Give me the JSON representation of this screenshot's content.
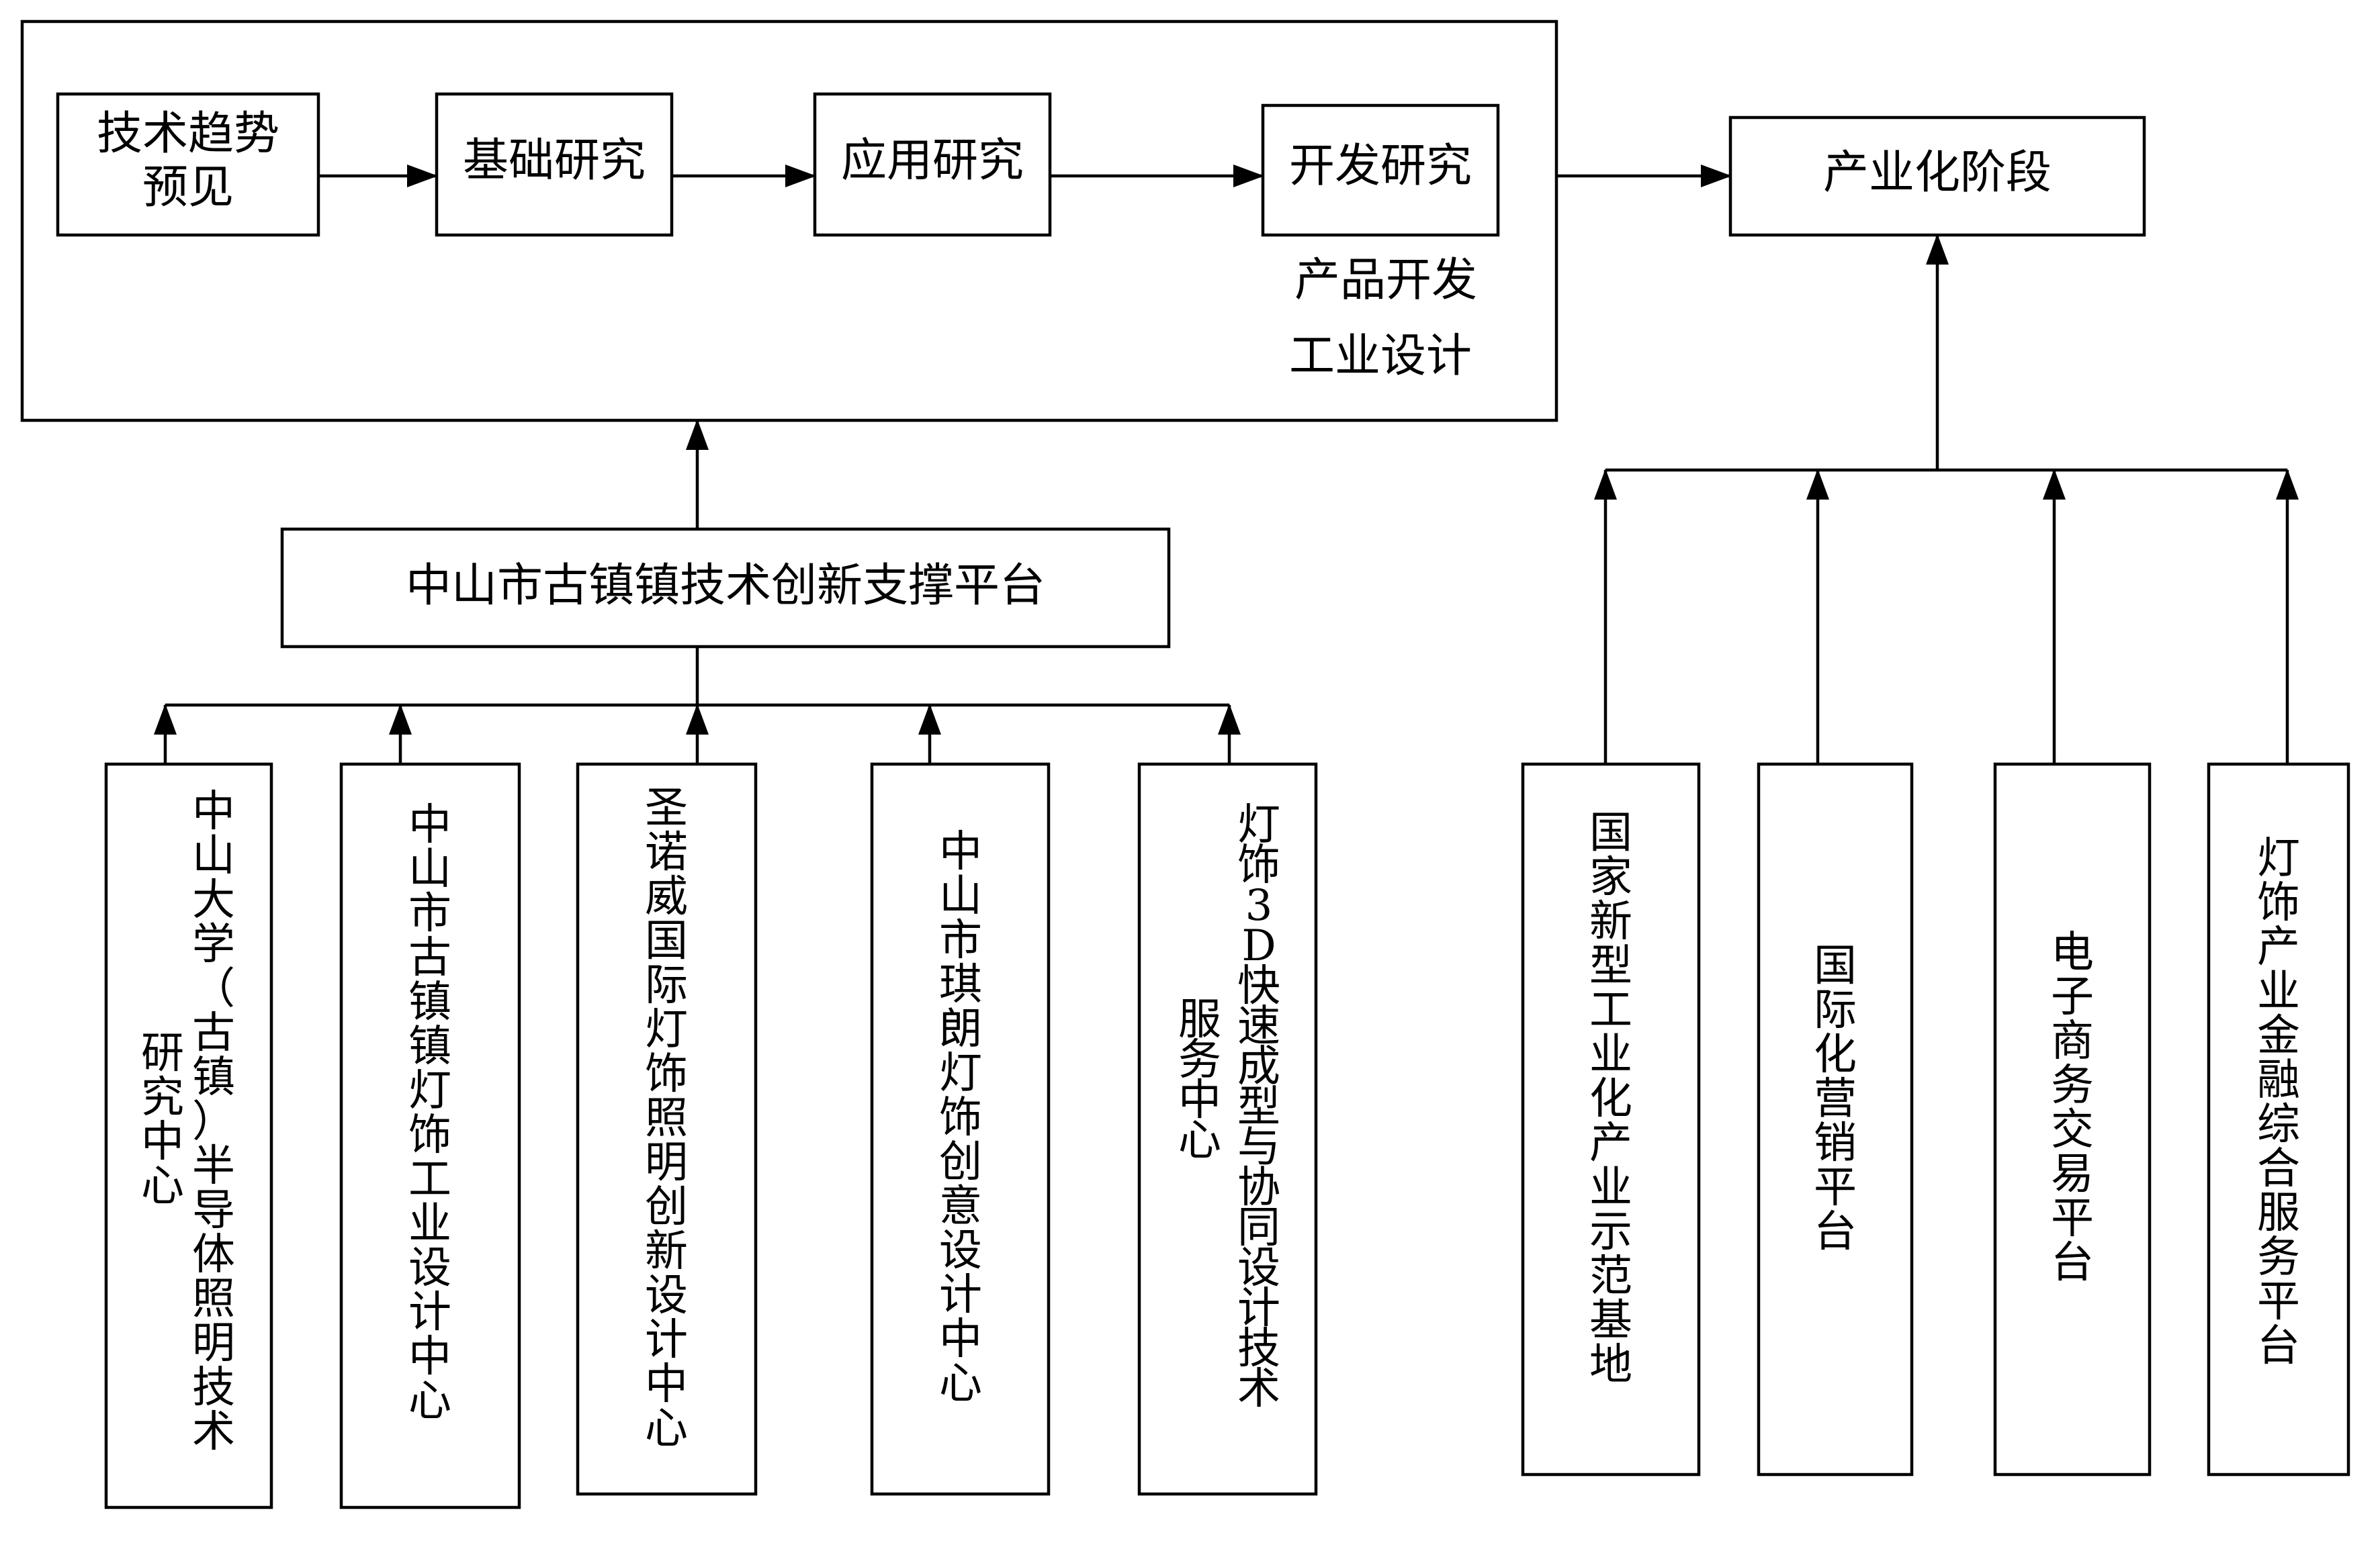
{
  "flow": {
    "trend": [
      "技术趋势",
      "预见"
    ],
    "basic": "基础研究",
    "applied": "应用研究",
    "dev": "开发研究",
    "product_dev": "产品开发",
    "industrial_design": "工业设计",
    "industrialization": "产业化阶段"
  },
  "platform": "中山市古镇镇技术创新支撑平台",
  "left_centers": [
    {
      "lines": [
        "中山大学（古镇）半导体照明技术",
        "研究中心"
      ]
    },
    {
      "lines": [
        "中山市古镇镇灯饰工业设计中心"
      ]
    },
    {
      "lines": [
        "圣诺威国际灯饰照明创新设计中心"
      ]
    },
    {
      "lines": [
        "中山市琪朗灯饰创意设计中心"
      ]
    },
    {
      "lines": [
        "灯饰3D快速成型与协同设计技术",
        "服务中心"
      ]
    }
  ],
  "right_platforms": [
    {
      "lines": [
        "国家新型工业化产业示范基地"
      ]
    },
    {
      "lines": [
        "国际化营销平台"
      ]
    },
    {
      "lines": [
        "电子商务交易平台"
      ]
    },
    {
      "lines": [
        "灯饰产业金融综合服务平台"
      ]
    }
  ]
}
